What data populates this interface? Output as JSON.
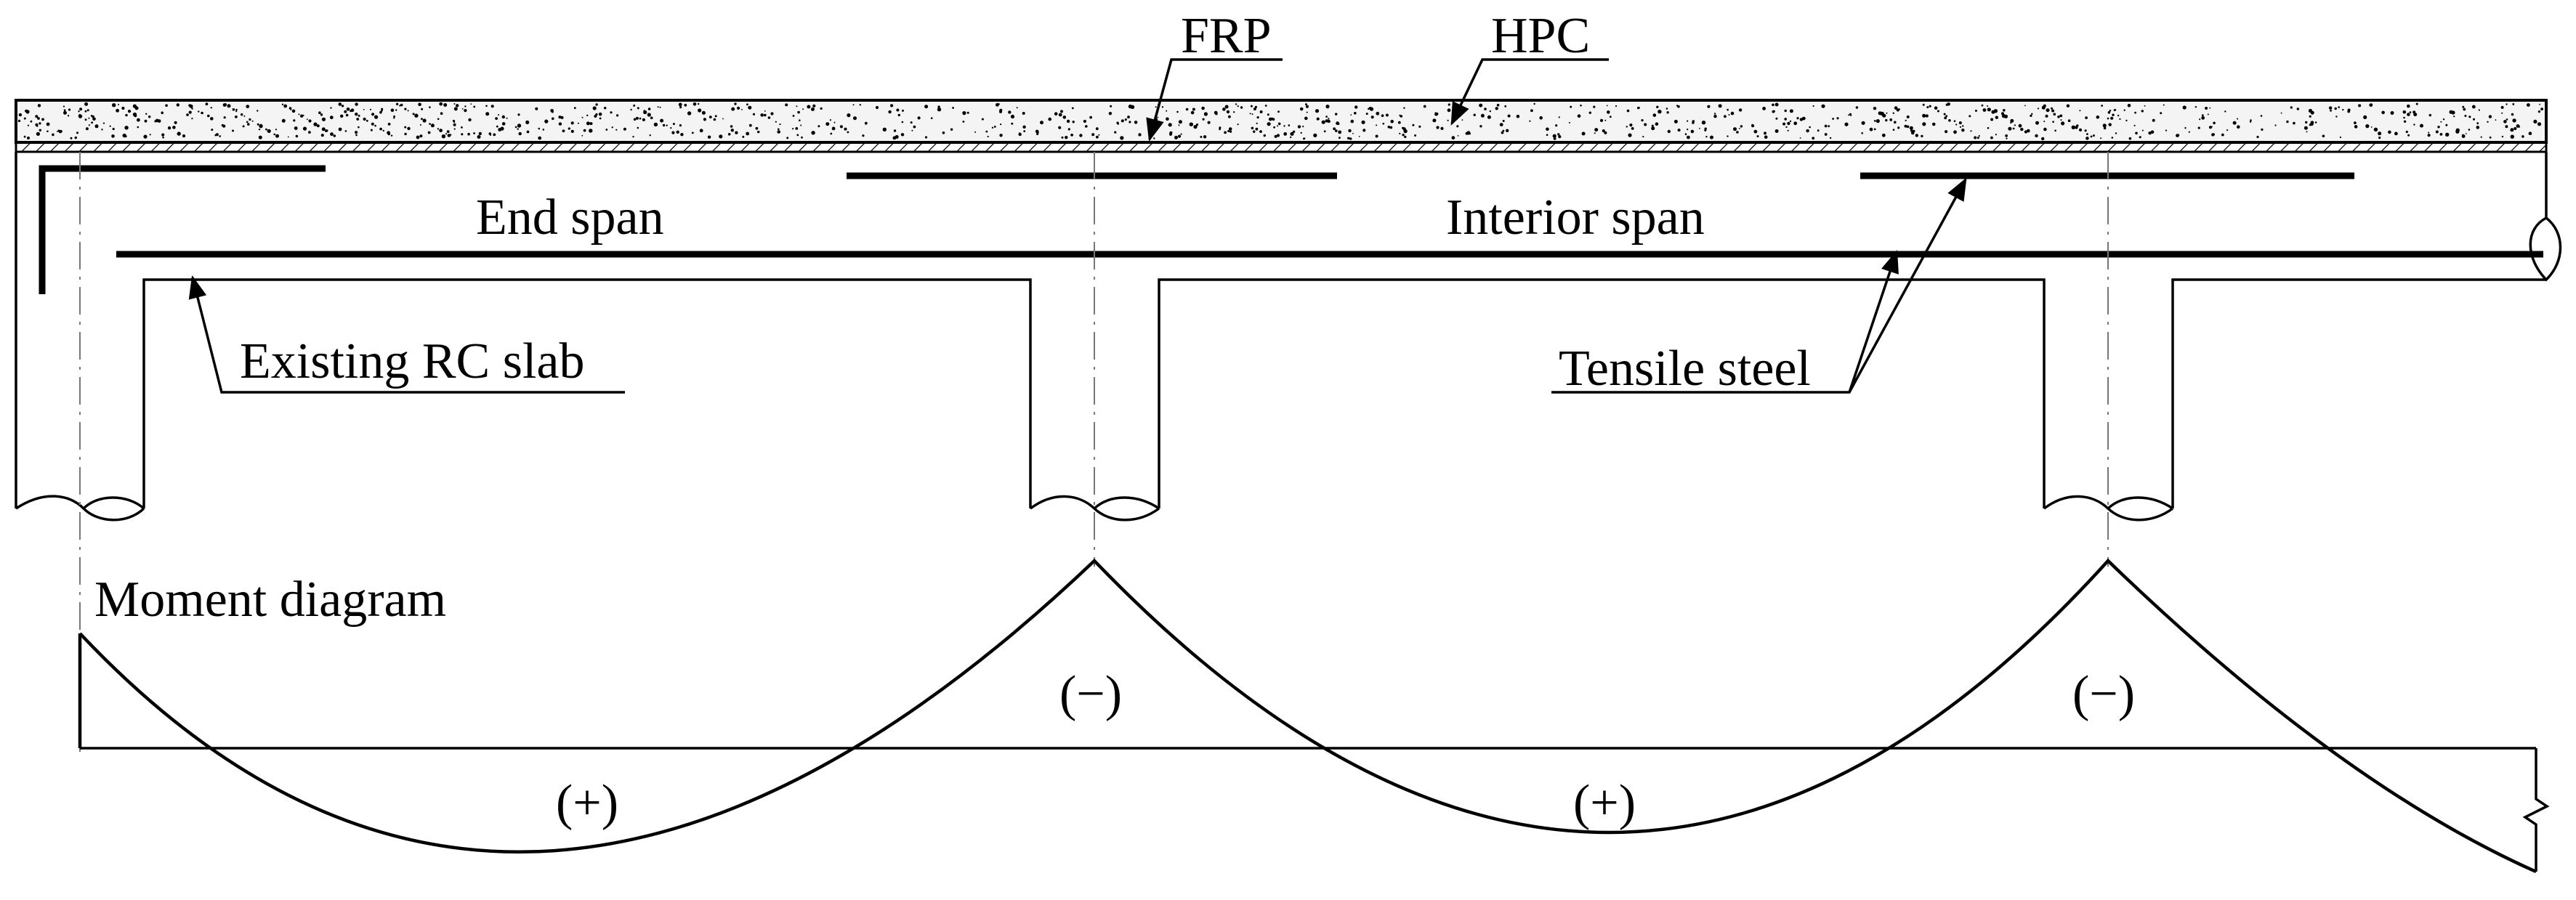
{
  "labels": {
    "frp": "FRP",
    "hpc": "HPC",
    "end_span": "End span",
    "interior_span": "Interior span",
    "existing_slab": "Existing RC slab",
    "tensile_steel": "Tensile steel",
    "moment_diagram": "Moment diagram",
    "neg1": "(−)",
    "neg2": "(−)",
    "pos1": "(+)",
    "pos2": "(+)"
  },
  "colors": {
    "line": "#000000",
    "centerline": "#777777",
    "hpc_fill": "#f4f4f4",
    "background": "#ffffff"
  }
}
